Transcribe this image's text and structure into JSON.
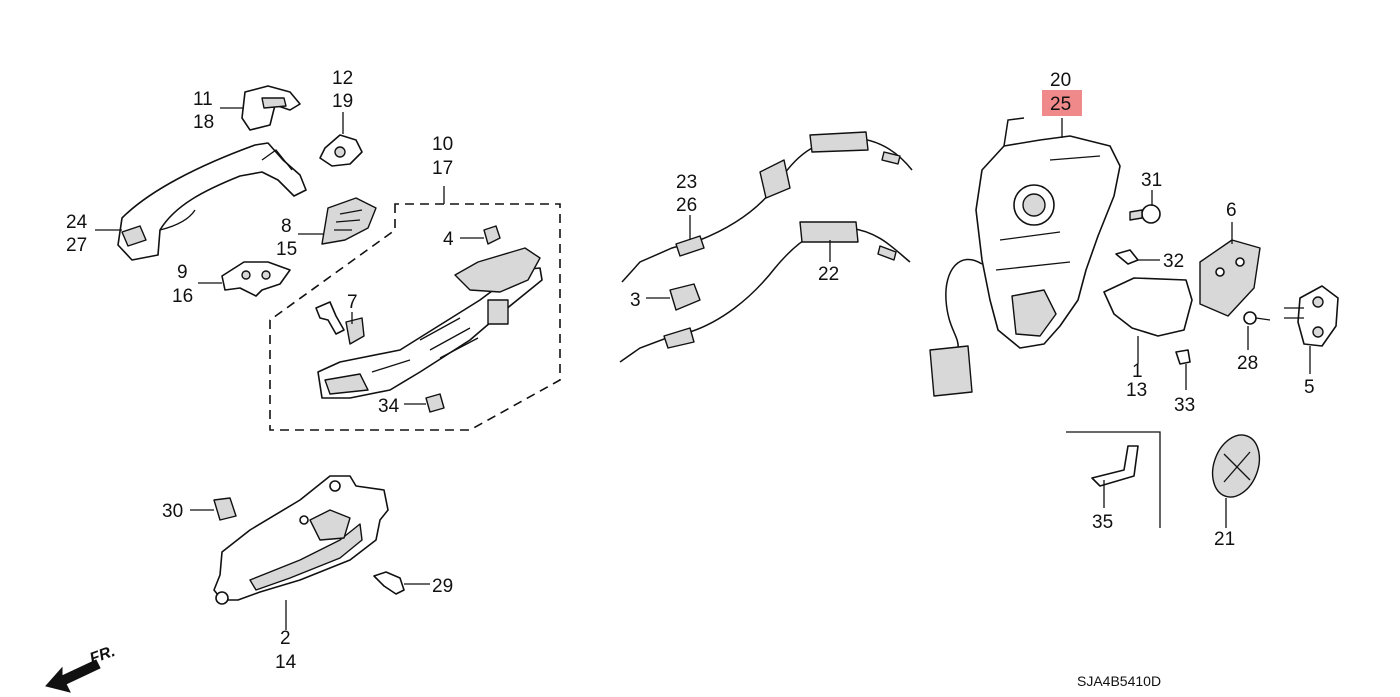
{
  "diagram": {
    "code": "SJA4B5410D",
    "front_marker": "FR.",
    "highlight_color": "#f08a8a",
    "labels": {
      "p1": "1",
      "p2": "2",
      "p3": "3",
      "p4": "4",
      "p5": "5",
      "p6": "6",
      "p7": "7",
      "p8": "8",
      "p9": "9",
      "p10": "10",
      "p11": "11",
      "p12": "12",
      "p13": "13",
      "p14": "14",
      "p15": "15",
      "p16": "16",
      "p17": "17",
      "p18": "18",
      "p19": "19",
      "p20": "20",
      "p21": "21",
      "p22": "22",
      "p23": "23",
      "p24": "24",
      "p25": "25",
      "p26": "26",
      "p27": "27",
      "p28": "28",
      "p29": "29",
      "p30": "30",
      "p31": "31",
      "p32": "32",
      "p33": "33",
      "p34": "34",
      "p35": "35"
    }
  }
}
